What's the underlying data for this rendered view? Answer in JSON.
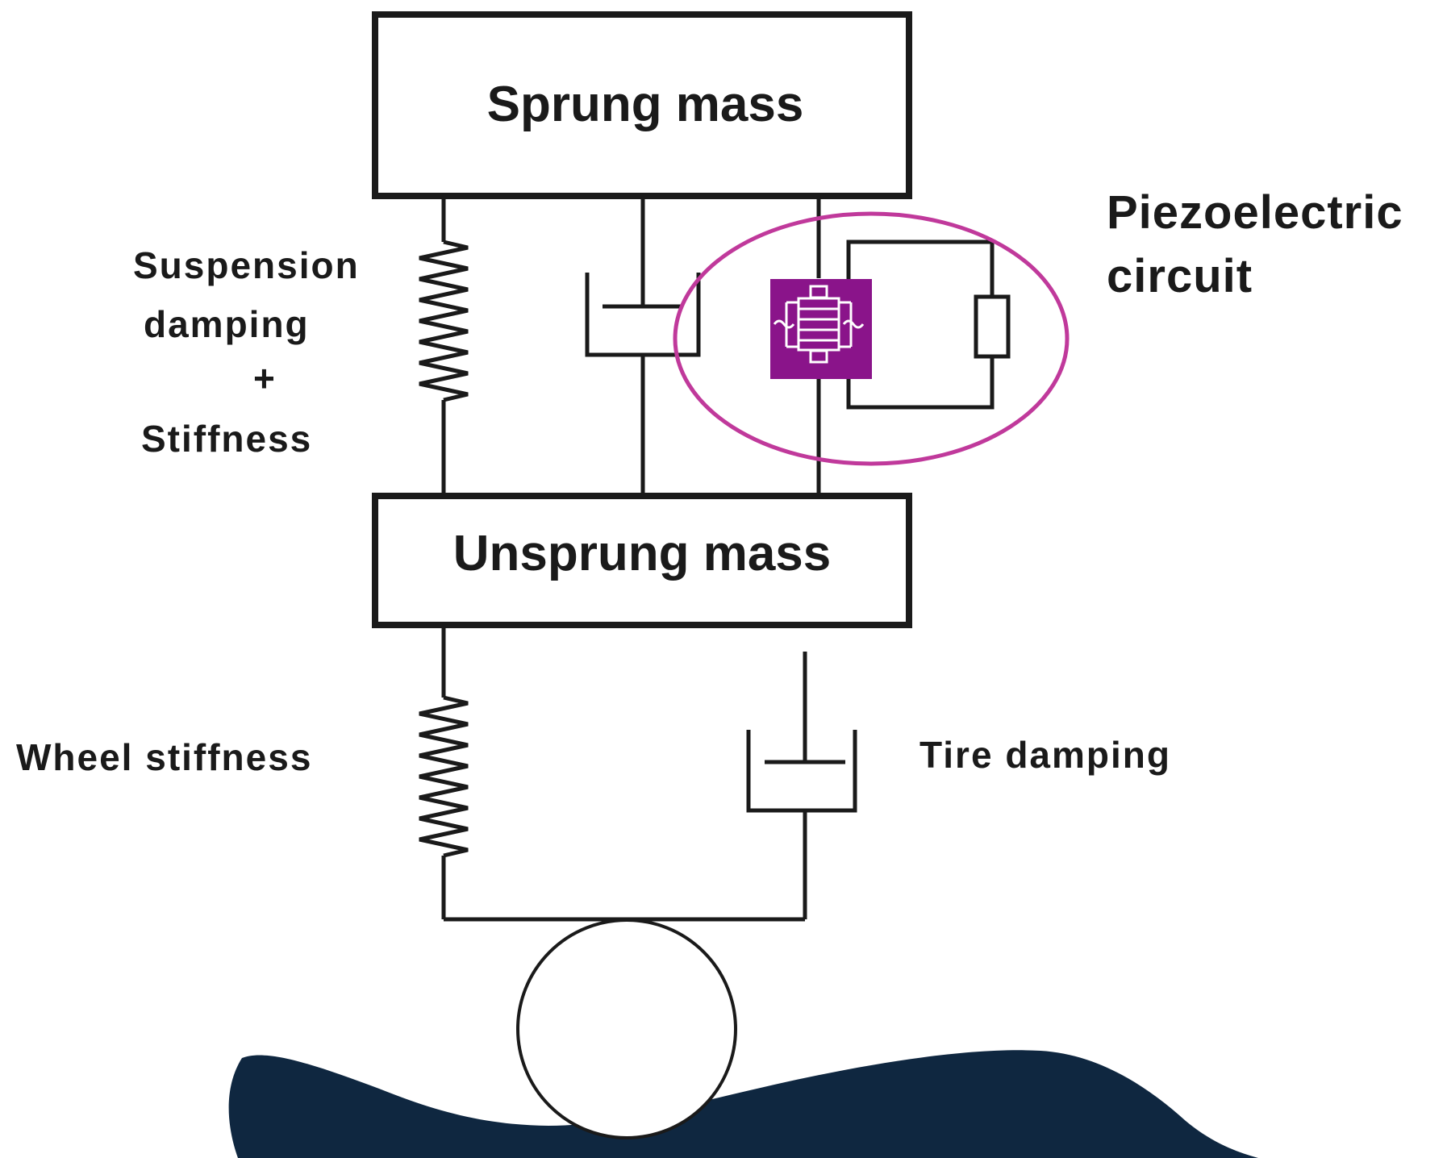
{
  "labels": {
    "sprung_mass": "Sprung mass",
    "unsprung_mass": "Unsprung mass",
    "suspension_line1": "Suspension",
    "suspension_line2": "damping",
    "suspension_line3": "+",
    "suspension_line4": "Stiffness",
    "piezo_line1": "Piezoelectric",
    "piezo_line2": "circuit",
    "wheel_stiffness": "Wheel stiffness",
    "tire_damping": "Tire damping"
  },
  "colors": {
    "line": "#1a1a1a",
    "piezo_block": "#8a148a",
    "piezo_ellipse": "#c0399b",
    "road": "#0f2740"
  }
}
